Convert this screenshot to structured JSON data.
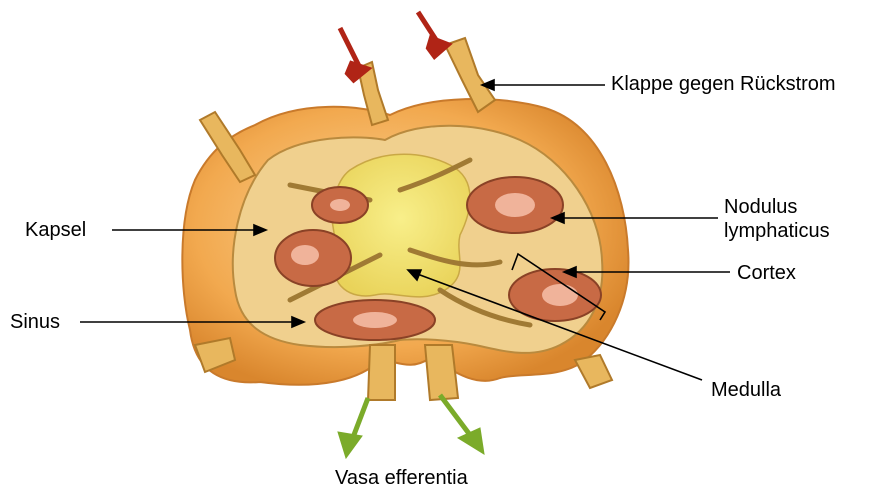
{
  "labels": {
    "klappe": "Klappe gegen Rückstrom",
    "nodulus_line1": "Nodulus",
    "nodulus_line2": "lymphaticus",
    "cortex": "Cortex",
    "kapsel": "Kapsel",
    "sinus": "Sinus",
    "medulla": "Medulla",
    "vasa_efferentia": "Vasa efferentia"
  },
  "colors": {
    "capsule_outer": "#f2a94f",
    "capsule_inner": "#f6c87a",
    "cortex_band": "#e9c98c",
    "medulla": "#f3e36b",
    "nodule": "#c86a45",
    "nodule_center": "#f0b39a",
    "inflow_arrow": "#b02416",
    "outflow_arrow": "#7bab2a",
    "leader_line": "#000000"
  },
  "icons": {
    "inflow": "red-arrow-icon",
    "outflow": "green-arrow-icon"
  }
}
